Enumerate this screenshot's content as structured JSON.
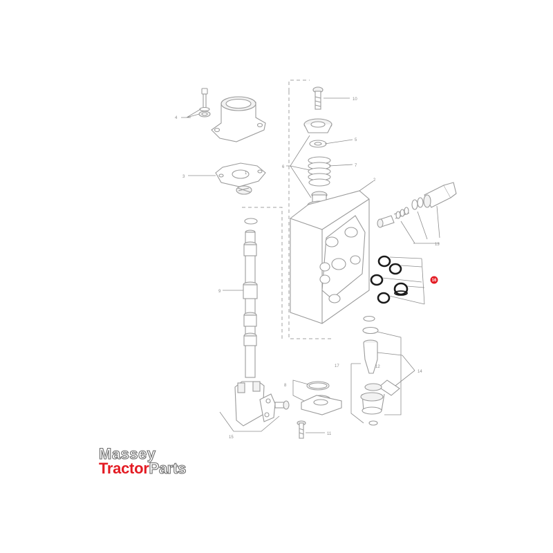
{
  "callouts": {
    "c1": "1",
    "c2": "2",
    "c3": "3",
    "c4": "4",
    "c5": "5",
    "c6": "6",
    "c7": "7",
    "c8": "8",
    "c9": "9",
    "c10": "10",
    "c11": "11",
    "c12": "12",
    "c13": "13",
    "c14": "14",
    "c15": "15",
    "c16": "16",
    "c17": "17"
  },
  "highlight": {
    "label": "16",
    "color": "#e31b23"
  },
  "logo": {
    "line1": "Massey",
    "line2_red": "Tractor",
    "line2_rest": "Parts",
    "brand_color": "#e31b23"
  }
}
